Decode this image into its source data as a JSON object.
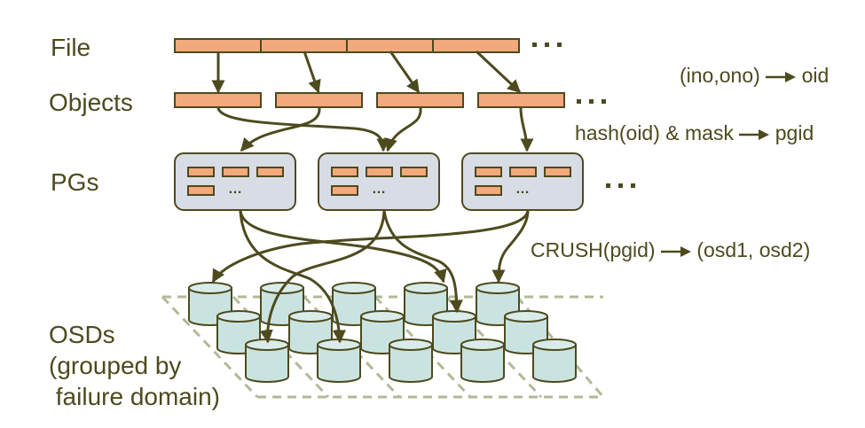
{
  "labels": {
    "file": "File",
    "objects": "Objects",
    "pgs": "PGs",
    "osds_line1": "OSDs",
    "osds_line2": "(grouped by",
    "osds_line3": " failure domain)"
  },
  "annotations": {
    "ino_to_oid": "(ino,ono) → oid",
    "hash_to_pgid": "hash(oid) & mask → pgid",
    "crush_to_osd": "CRUSH(pgid) → (osd1, osd2)"
  },
  "annotation_parts": {
    "ino_to_oid": {
      "left": "(ino,ono)",
      "right": "oid"
    },
    "hash_to_pgid": {
      "left": "hash(oid) & mask",
      "right": "pgid"
    },
    "crush_to_osd": {
      "left": "CRUSH(pgid)",
      "right": "(osd1, osd2)"
    }
  },
  "ellipsis": "…",
  "counts": {
    "file_segments": 4,
    "objects": 4,
    "pgs": 3,
    "osds": 15,
    "failure_domains": 5
  },
  "colors": {
    "ink": "#4d4a1e",
    "block_fill": "#f2a97c",
    "pg_fill": "#d8dce4",
    "osd_fill": "#c9e4e0",
    "osd_top": "#d9ecea",
    "grid_dash": "#b2b996"
  }
}
